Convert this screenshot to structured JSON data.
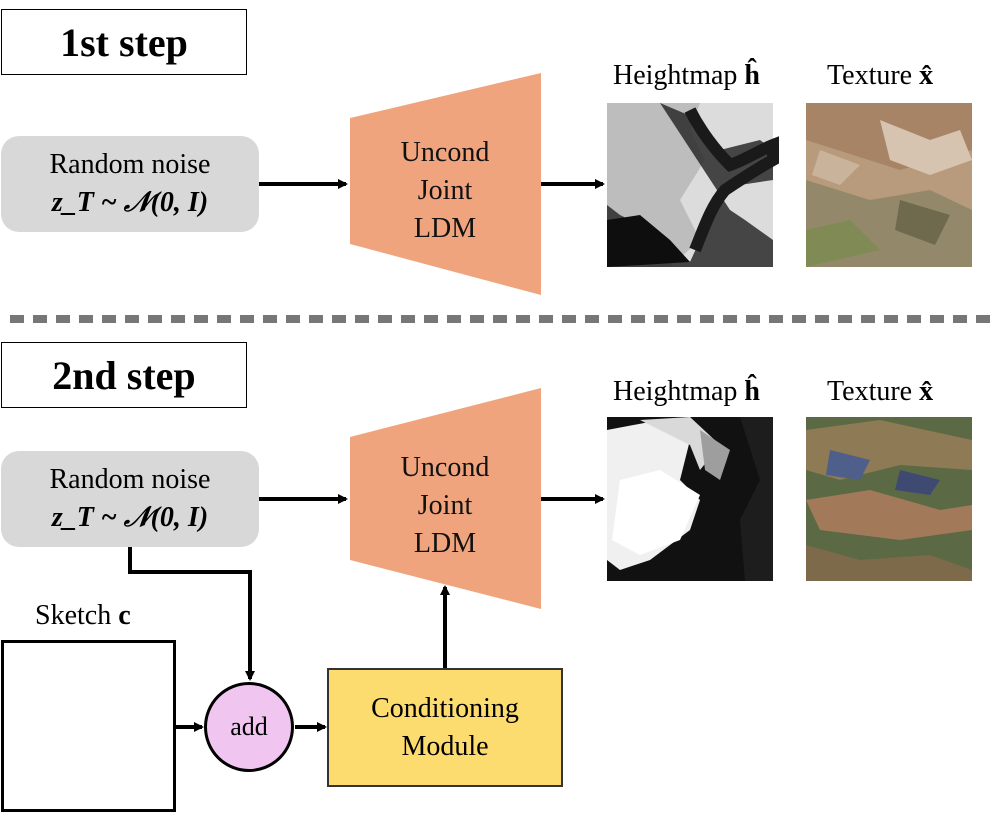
{
  "step1": {
    "label": "1st step",
    "noise_line1": "Random noise",
    "noise_math": "z_T ~ 𝒩(0, I)",
    "ldm_lines": [
      "Uncond",
      "Joint",
      "LDM"
    ],
    "heightmap_title": "Heightmap",
    "heightmap_symbol": "ĥ",
    "texture_title": "Texture",
    "texture_symbol": "x̂"
  },
  "step2": {
    "label": "2nd step",
    "noise_line1": "Random noise",
    "noise_math": "z_T ~ 𝒩(0, I)",
    "ldm_lines": [
      "Uncond",
      "Joint",
      "LDM"
    ],
    "heightmap_title": "Heightmap",
    "heightmap_symbol": "ĥ",
    "texture_title": "Texture",
    "texture_symbol": "x̂",
    "sketch_title": "Sketch",
    "sketch_symbol": "c",
    "add_label": "add",
    "conditioning_lines": [
      "Conditioning",
      "Module"
    ]
  },
  "colors": {
    "ldm_fill": "#f0a47e",
    "noise_fill": "#d8d8d8",
    "conditioning_fill": "#fcdb6f",
    "add_fill": "#f0c6f0",
    "separator": "#777777",
    "sketch_red": "#d42020",
    "sketch_blue": "#1e2ed8",
    "sketch_green": "#22dd22"
  }
}
